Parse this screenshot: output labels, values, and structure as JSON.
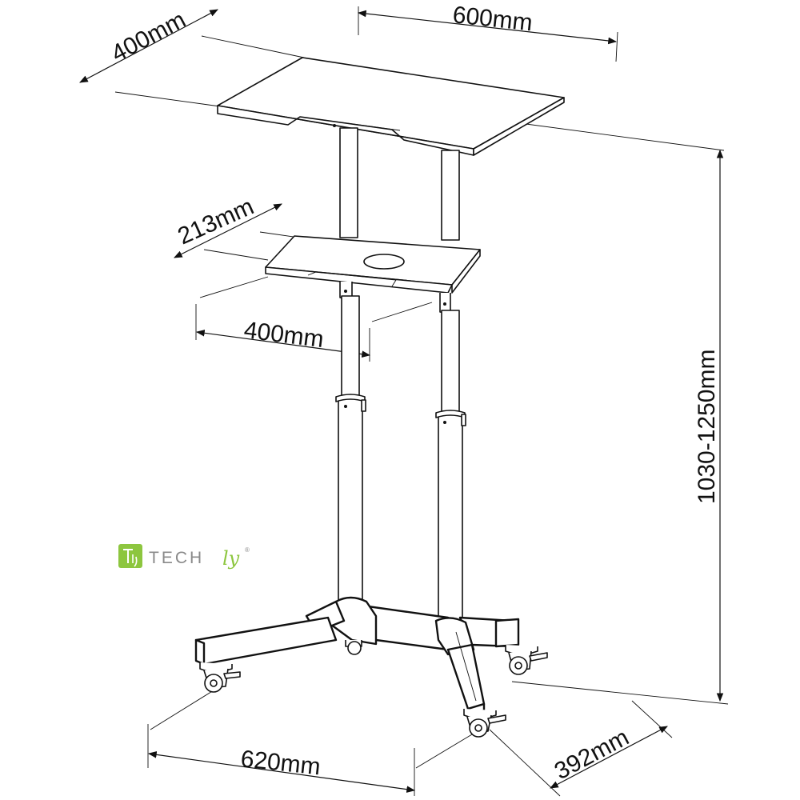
{
  "dimensions": {
    "top_depth": "400mm",
    "top_width": "600mm",
    "shelf_depth": "213mm",
    "shelf_width": "400mm",
    "height": "1030-1250mm",
    "base_width": "620mm",
    "base_depth": "392mm"
  },
  "brand": {
    "wordmark": "TECH",
    "script": "ly",
    "registered": "®",
    "logo_mark": "T/ly",
    "accent": "#8dc63f",
    "text_color": "#8a8a8a"
  }
}
